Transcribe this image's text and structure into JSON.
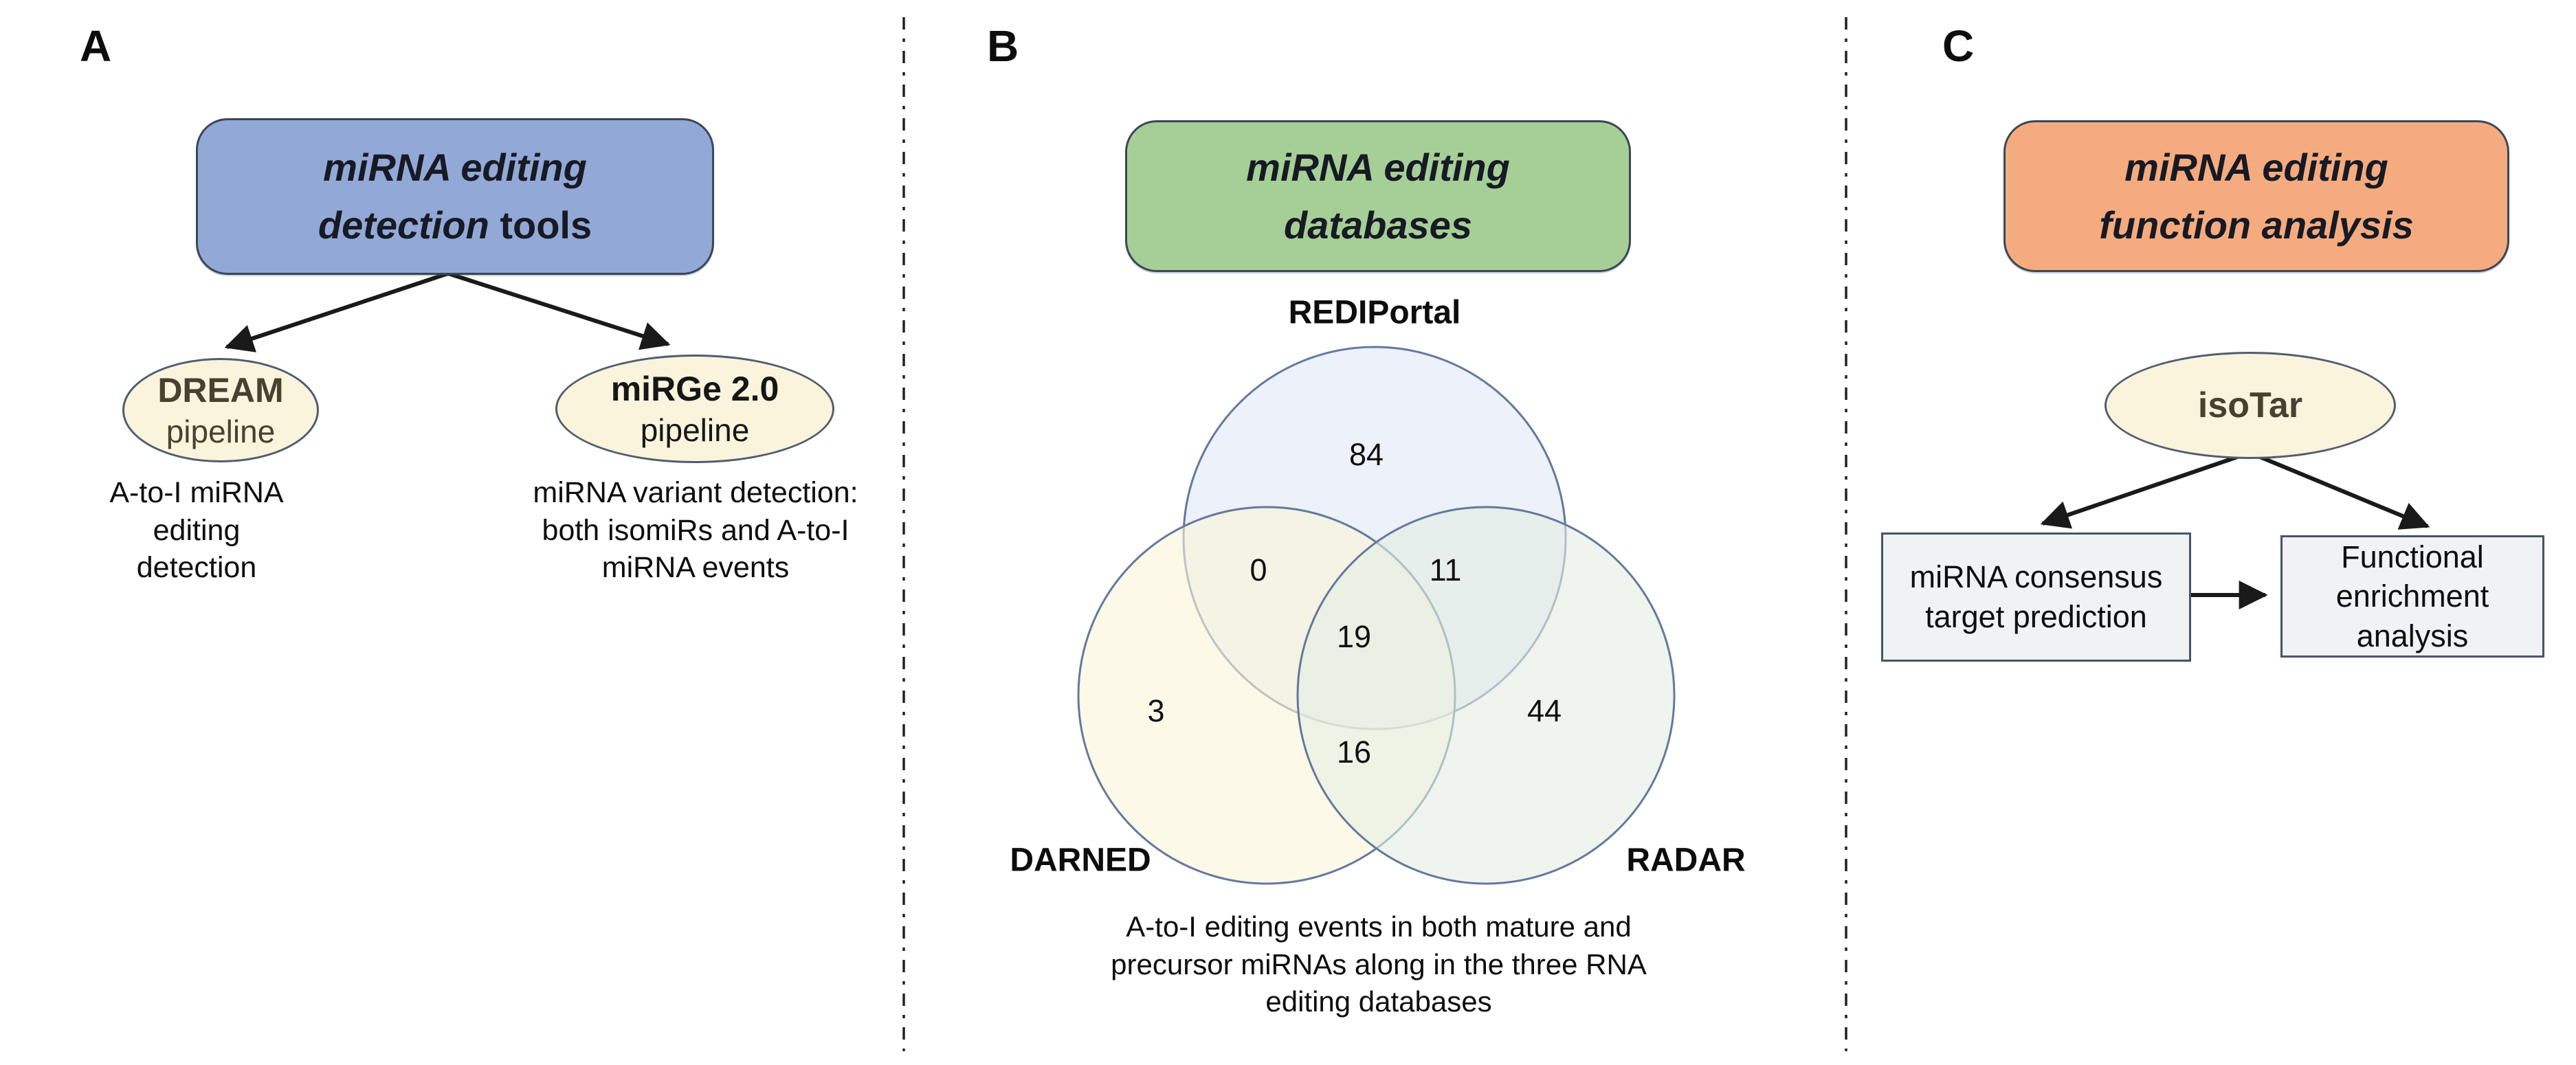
{
  "panels": {
    "a": {
      "label": "A",
      "header": {
        "line1": "miRNA editing",
        "line2_italic": "detection",
        "line2_regular": "tools"
      },
      "nodes": {
        "dream_title": "DREAM",
        "dream_subtitle": "pipeline",
        "mirge_title": "miRGe 2.0",
        "mirge_subtitle": "pipeline"
      },
      "captions": {
        "dream": "A-to-I miRNA\nediting\ndetection",
        "mirge": "miRNA variant detection:\nboth isomiRs and A-to-I\nmiRNA events"
      }
    },
    "b": {
      "label": "B",
      "header": {
        "line1": "miRNA editing",
        "line2": "databases"
      },
      "venn": {
        "labels": {
          "top": "REDIPortal",
          "left": "DARNED",
          "right": "RADAR"
        },
        "counts": {
          "rediportal_only": "84",
          "rediportal_darned": "0",
          "rediportal_radar": "11",
          "all_three": "19",
          "darned_only": "3",
          "darned_radar": "16",
          "radar_only": "44"
        }
      },
      "caption": "A-to-I editing events in both mature and\nprecursor miRNAs along in the three RNA\nediting databases"
    },
    "c": {
      "label": "C",
      "header": {
        "line1": "miRNA editing",
        "line2": "function analysis"
      },
      "nodes": {
        "isotar": "isoTar",
        "target_prediction": "miRNA consensus\ntarget prediction",
        "enrichment": "Functional\nenrichment\nanalysis"
      }
    }
  },
  "colors": {
    "blue-box": "#92a8d6",
    "green-box": "#a6cf98",
    "orange-box": "#f5ab80",
    "cream": "#faf4dd",
    "brown": "#474130",
    "venn-top": "#dfe8f6",
    "venn-left": "#faf5d8",
    "venn-right": "#e4efe3",
    "venn-stroke": "#64799e",
    "cbox-fill": "#f0f2f4",
    "line": "#1a1a1a"
  }
}
